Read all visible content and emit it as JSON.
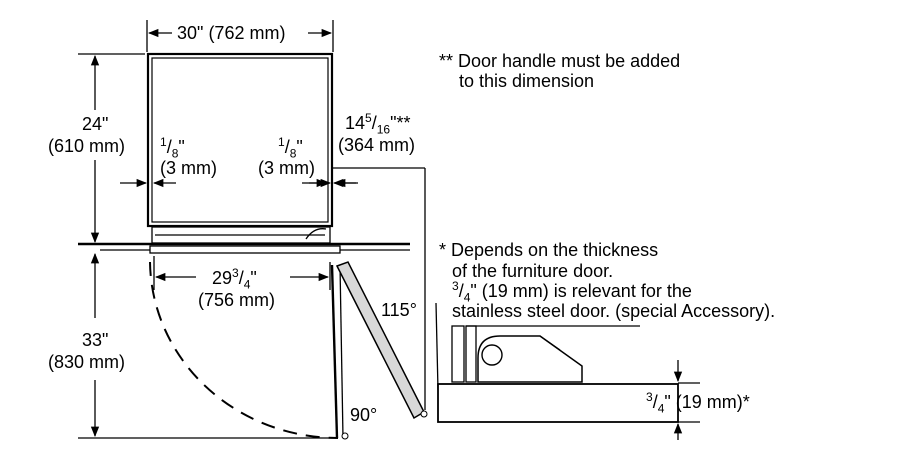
{
  "dims": {
    "width_in": "30\"",
    "width_mm": "(762 mm)",
    "height_upper_in": "24\"",
    "height_upper_mm": "(610 mm)",
    "gap_left_num": "1",
    "gap_left_den": "8",
    "gap_left_mm": "(3 mm)",
    "gap_right_num": "1",
    "gap_right_den": "8",
    "gap_right_mm": "(3 mm)",
    "depth_whole": "14",
    "depth_num": "5",
    "depth_den": "16",
    "depth_suffix": "\"**",
    "depth_mm": "(364 mm)",
    "opening_whole": "29",
    "opening_num": "3",
    "opening_den": "4",
    "opening_mm": "(756 mm)",
    "lower_in": "33\"",
    "lower_mm": "(830 mm)",
    "angle_115": "115°",
    "angle_90": "90°",
    "panel_num": "3",
    "panel_den": "4",
    "panel_mm": "\" (19 mm)*"
  },
  "notes": {
    "handle_line1": "** Door handle must be added",
    "handle_line2": "to this dimension",
    "thickness_line1": "* Depends on the thickness",
    "thickness_line2": "of the furniture door.",
    "thickness_line3_num": "3",
    "thickness_line3_den": "4",
    "thickness_line3_rest": "\" (19 mm) is relevant for the",
    "thickness_line4": "stainless steel door. (special Accessory)."
  }
}
